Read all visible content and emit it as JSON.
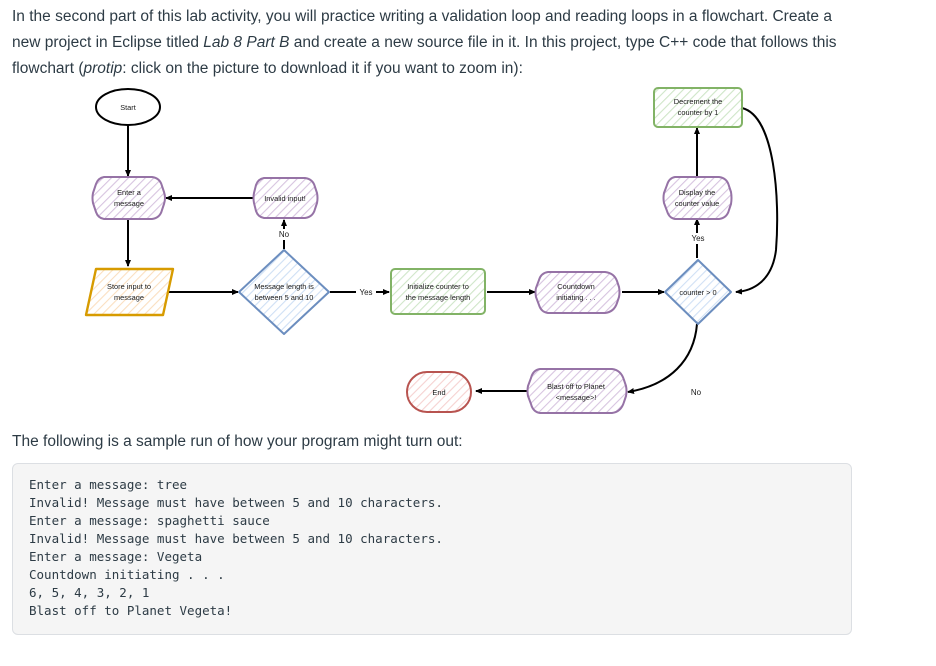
{
  "intro": {
    "line1_a": "In the second part of this lab activity, you will practice writing a validation loop and reading loops in a flowchart. Create",
    "line2_a": "a new project in Eclipse titled ",
    "line2_em": "Lab 8 Part B",
    "line2_b": " and create a new source file in it. In this project, type C++ code that follows",
    "line3_a": "this flowchart (",
    "line3_em": "protip",
    "line3_b": ": click on the picture to download it if you want to zoom in):"
  },
  "sample_label": "The following is a sample run of how your program might turn out:",
  "code_lines": [
    "Enter a message: tree",
    "Invalid! Message must have between 5 and 10 characters.",
    "Enter a message: spaghetti sauce",
    "Invalid! Message must have between 5 and 10 characters.",
    "Enter a message: Vegeta",
    "Countdown initiating . . .",
    "6, 5, 4, 3, 2, 1",
    "Blast off to Planet Vegeta!"
  ],
  "flowchart": {
    "type": "flowchart",
    "nodes": {
      "start": {
        "label": "Start",
        "shape": "ellipse",
        "stroke": "#000000"
      },
      "enter_msg": {
        "label_1": "Enter a",
        "label_2": "message",
        "shape": "display",
        "stroke": "#9673a6"
      },
      "invalid": {
        "label": "Invalid input!",
        "shape": "display",
        "stroke": "#9673a6"
      },
      "store": {
        "label_1": "Store input to",
        "label_2": "message",
        "shape": "parallelogram",
        "stroke": "#d79b00"
      },
      "len_check": {
        "label_1": "Message length is",
        "label_2": "between 5 and 10",
        "shape": "diamond",
        "stroke": "#6c8ebf"
      },
      "init_ctr": {
        "label_1": "Initialize counter to",
        "label_2": "the message length",
        "shape": "process",
        "stroke": "#82b366"
      },
      "countdown": {
        "label_1": "Countdown",
        "label_2": "initiating . . .",
        "shape": "display",
        "stroke": "#9673a6"
      },
      "ctr_check": {
        "label": "counter > 0",
        "shape": "diamond",
        "stroke": "#6c8ebf"
      },
      "display_ctr": {
        "label_1": "Display the",
        "label_2": "counter value",
        "shape": "display",
        "stroke": "#9673a6"
      },
      "decrement": {
        "label_1": "Decrement the",
        "label_2": "counter by 1",
        "shape": "process",
        "stroke": "#82b366"
      },
      "blast": {
        "label_1": "Blast off to Planet",
        "label_2": "<message>!",
        "shape": "display",
        "stroke": "#9673a6"
      },
      "end": {
        "label": "End",
        "shape": "stadium",
        "stroke": "#b85450"
      }
    },
    "edge_labels": {
      "no_invalid": "No",
      "yes_len": "Yes",
      "yes_ctr": "Yes",
      "no_ctr": "No"
    },
    "colors": {
      "purple": "#9673a6",
      "orange": "#d79b00",
      "blue": "#6c8ebf",
      "green": "#82b366",
      "red": "#b85450",
      "black": "#000000",
      "purple_fill": "#e1d5e7",
      "orange_fill": "#ffe6cc",
      "blue_fill": "#dae8fc",
      "green_fill": "#d5e8d4",
      "red_fill": "#f8cecc"
    }
  }
}
